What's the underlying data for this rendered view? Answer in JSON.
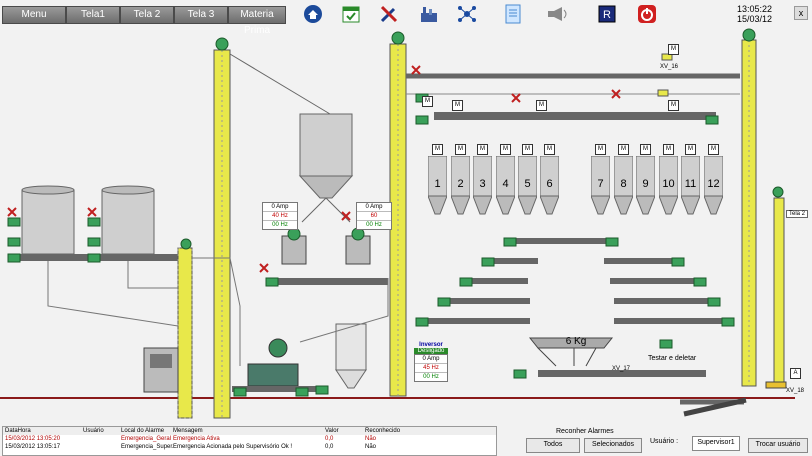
{
  "nav": {
    "menu": "Menu",
    "tela1": "Tela1",
    "tela2": "Tela 2",
    "tela3": "Tela 3",
    "materia": "Materia Prima"
  },
  "toolbar_icons": [
    "home-icon",
    "calendar-icon",
    "tools-icon",
    "factory-icon",
    "network-icon",
    "document-icon",
    "horn-icon",
    "report-icon",
    "power-icon"
  ],
  "clock": {
    "time": "13:05:22",
    "date": "15/03/12"
  },
  "close_label": "x",
  "bins": [
    "1",
    "2",
    "3",
    "4",
    "5",
    "6",
    "7",
    "8",
    "9",
    "10",
    "11",
    "12"
  ],
  "motor_label": "M",
  "drive_left": {
    "amp": "0 Amp",
    "hz1": "40  Hz",
    "hz2": "00  Hz"
  },
  "drive_right": {
    "amp": "0 Amp",
    "hz1": "60",
    "hz2": "00  Hz"
  },
  "inversor": {
    "title": "Inversor",
    "status": "Desligado",
    "amp": "0 Amp",
    "hz1": "45  Hz",
    "hz2": "00  Hz"
  },
  "scale": {
    "value": "6 Kg"
  },
  "valves": {
    "xv16": "XV_16",
    "xv17": "XV_17",
    "xv18": "XV_18",
    "a_label": "A"
  },
  "test_delete": "Testar e deletar",
  "tela2_tag": "Tela 2",
  "alarms": {
    "headers": [
      "DataHora",
      "Usuário",
      "Local do Alarme",
      "Mensagem",
      "Valor",
      "Reconhecido"
    ],
    "rows": [
      [
        "15/03/2012 13:05:20",
        "",
        "Emergencia_Geral",
        "Emergencia Ativa",
        "0,0",
        "Não"
      ],
      [
        "15/03/2012 13:05:17",
        "",
        "Emergencia_Super...",
        "Emergencia Acionada pelo Supervisório Ok !",
        "0,0",
        "Não"
      ]
    ]
  },
  "recognize": {
    "title": "Reconher Alarmes",
    "all": "Todos",
    "selected": "Selecionados"
  },
  "user": {
    "label": "Usuário :",
    "value": "Supervisor1",
    "switch": "Trocar usuário"
  },
  "colors": {
    "elevator": "#e8e84a",
    "pipe": "#555555",
    "motor": "#3aa05a",
    "floor": "#8b1a1a",
    "alarm_text": "#b00000"
  }
}
